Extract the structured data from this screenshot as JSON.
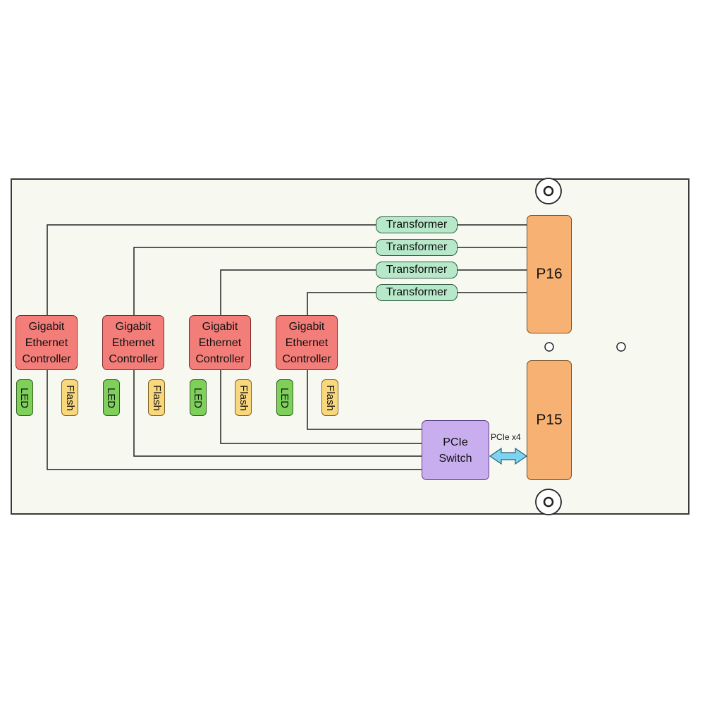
{
  "diagram": {
    "controllers": [
      {
        "label": "Gigabit\nEthernet\nController",
        "led": "LED",
        "flash": "Flash"
      },
      {
        "label": "Gigabit\nEthernet\nController",
        "led": "LED",
        "flash": "Flash"
      },
      {
        "label": "Gigabit\nEthernet\nController",
        "led": "LED",
        "flash": "Flash"
      },
      {
        "label": "Gigabit\nEthernet\nController",
        "led": "LED",
        "flash": "Flash"
      }
    ],
    "transformers": [
      "Transformer",
      "Transformer",
      "Transformer",
      "Transformer"
    ],
    "ports": {
      "upper": "P16",
      "lower": "P15"
    },
    "switch": {
      "label": "PCIe\nSwitch"
    },
    "link": {
      "label": "PCIe x4"
    }
  },
  "colors": {
    "board_fill": "#f7f9f1",
    "controller": "#f27d79",
    "transformer": "#b7e8c9",
    "port": "#f7b173",
    "switch": "#c9aeef",
    "led": "#7fcf5b",
    "flash": "#f9d77c",
    "link_arrow": "#7dd3f0"
  }
}
